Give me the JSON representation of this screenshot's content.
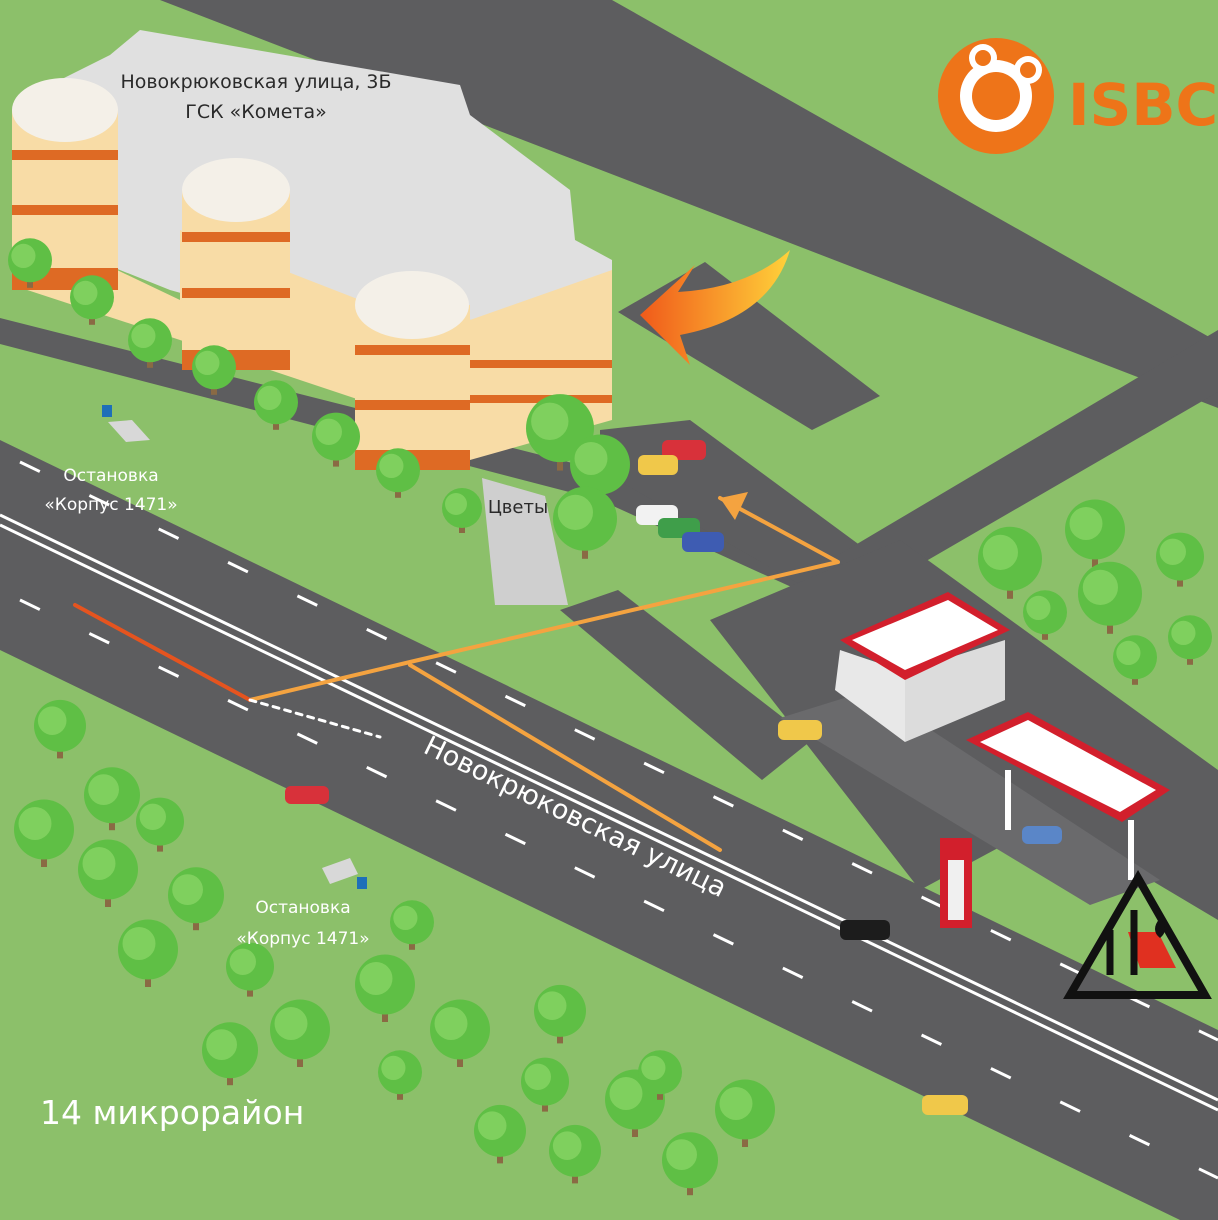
{
  "building": {
    "address": "Новокрюковская улица, 3Б",
    "name": "ГСК «Комета»"
  },
  "shop_label": "Цветы",
  "bus_stops": [
    {
      "line1": "Остановка",
      "line2": "«Корпус 1471»"
    },
    {
      "line1": "Остановка",
      "line2": "«Корпус 1471»"
    }
  ],
  "street_name": "Новокрюковская улица",
  "district": "14 микрорайон",
  "brand": {
    "name": "ISBC",
    "icon": "isbc-logo-icon",
    "color": "#ee7419"
  },
  "gas_station_logo": {
    "icon": "nm-oil-logo-icon",
    "color": "#e03020"
  },
  "colors": {
    "grass": "#8cc06a",
    "road": "#5d5d5f",
    "building_facade": "#f8dca6",
    "building_stripe": "#de6a24",
    "route": "#f4a340",
    "route_dark": "#e5541f",
    "station_red": "#d21f2c"
  }
}
